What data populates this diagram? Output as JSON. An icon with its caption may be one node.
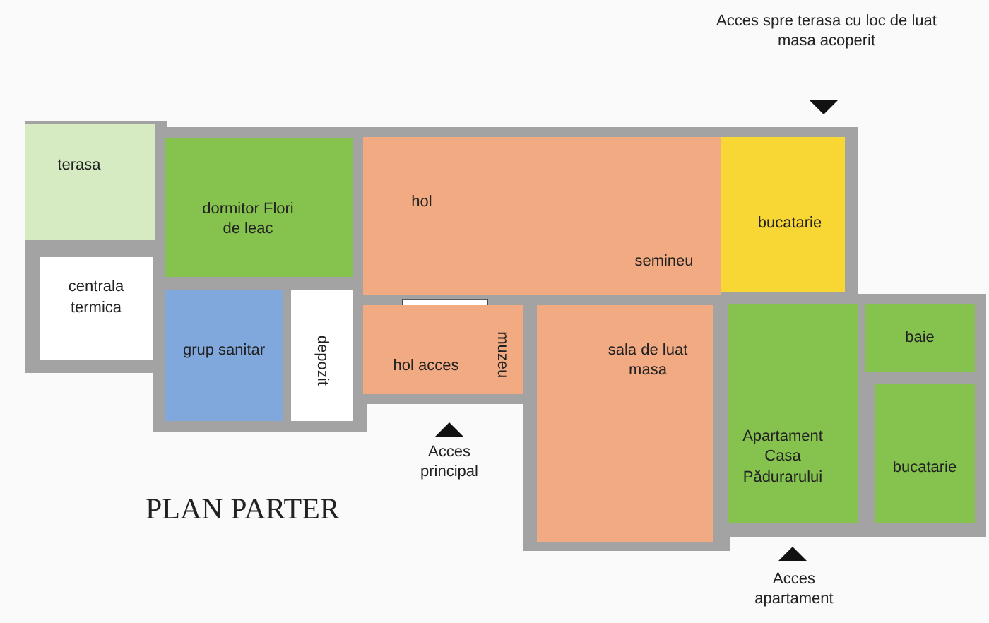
{
  "diagram": {
    "title": "PLAN PARTER",
    "nodes": [
      {
        "text": [
          "terasa"
        ]
      },
      {
        "text": [
          "dormitor Flori de leac"
        ]
      },
      {
        "text": [
          "hol"
        ]
      },
      {
        "text": [
          "bucatarie"
        ]
      },
      {
        "text": [
          "centrala termica"
        ]
      },
      {
        "text": [
          "grup sanitar"
        ]
      },
      {
        "text": [
          "depozit"
        ]
      },
      {
        "text": [
          "hol acces"
        ]
      },
      {
        "text": [
          "muzeu"
        ]
      },
      {
        "text": [
          "sala de luat masa"
        ]
      },
      {
        "text": [
          "Apartament Casa Pădurarului"
        ]
      },
      {
        "text": [
          "baie"
        ]
      },
      {
        "text": [
          "bucatarie"
        ]
      }
    ],
    "labels": [
      "Acces spre terasa cu loc de luat masa acoperit",
      "semineu",
      "Acces principal",
      "Acces apartament"
    ]
  }
}
